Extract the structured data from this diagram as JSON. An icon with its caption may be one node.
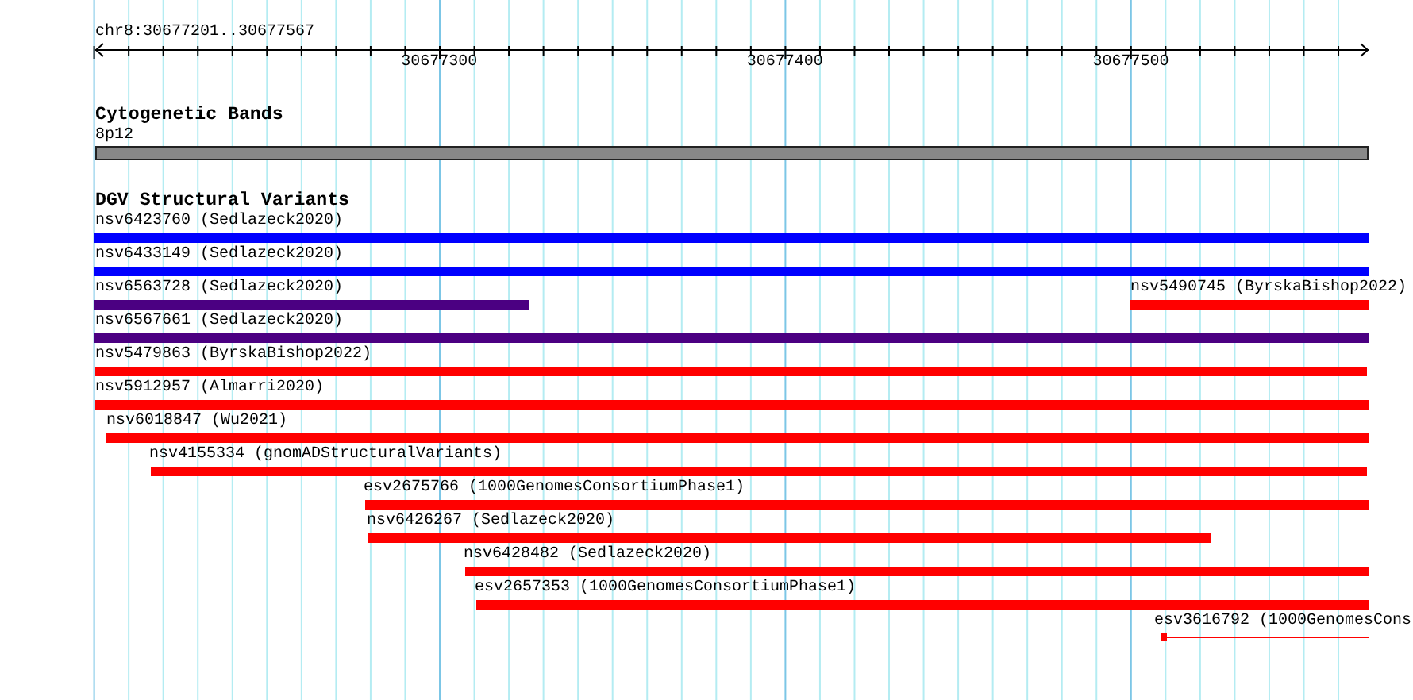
{
  "diagram": {
    "nodes": [
      {
        "text": [
          "8p12"
        ]
      },
      {
        "text": [
          "nsv6423760 (Sedlazeck2020)"
        ]
      },
      {
        "text": [
          "nsv6433149 (Sedlazeck2020)"
        ]
      },
      {
        "text": [
          "nsv6563728 (Sedlazeck2020)"
        ]
      },
      {
        "text": [
          "nsv5490745 (ByrskaBishop2022)"
        ]
      },
      {
        "text": [
          "nsv6567661 (Sedlazeck2020)"
        ]
      },
      {
        "text": [
          "nsv5479863 (ByrskaBishop2022)"
        ]
      },
      {
        "text": [
          "nsv5912957 (Almarri2020)"
        ]
      },
      {
        "text": [
          "nsv6018847 (Wu2021)"
        ]
      },
      {
        "text": [
          "nsv4155334 (gnomADStructuralVariants)"
        ]
      },
      {
        "text": [
          "esv2675766 (1000GenomesConsortiumPhase1)"
        ]
      },
      {
        "text": [
          "nsv6426267 (Sedlazeck2020)"
        ]
      },
      {
        "text": [
          "nsv6428482 (Sedlazeck2020)"
        ]
      },
      {
        "text": [
          "esv2657353 (1000GenomesConsortiumPhase1)"
        ]
      },
      {
        "text": [
          "esv3616792 (1000GenomesCons"
        ]
      }
    ],
    "labels": [
      "chr8:30677201..30677567",
      "30677300",
      "30677400",
      "30677500",
      "Cytogenetic Bands",
      "DGV Structural Variants"
    ]
  }
}
